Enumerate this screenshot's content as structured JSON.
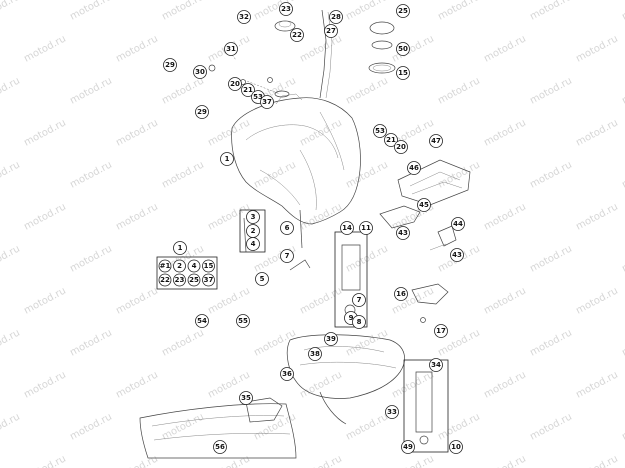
{
  "watermark": "motod.ru",
  "callouts": [
    "32",
    "23",
    "22",
    "28",
    "27",
    "29",
    "25",
    "50",
    "15",
    "31",
    "30",
    "20",
    "21",
    "53",
    "37",
    "29",
    "53",
    "21",
    "20",
    "47",
    "46",
    "1",
    "45",
    "3",
    "2",
    "4",
    "6",
    "14",
    "11",
    "44",
    "43",
    "43",
    "5",
    "16",
    "17",
    "7",
    "9",
    "8",
    "54",
    "55",
    "39",
    "38",
    "36",
    "34",
    "33",
    "35",
    "56",
    "49",
    "10",
    "1",
    "7"
  ],
  "kit_grid": [
    "#1",
    "2",
    "4",
    "15",
    "22",
    "23",
    "25",
    "37"
  ]
}
